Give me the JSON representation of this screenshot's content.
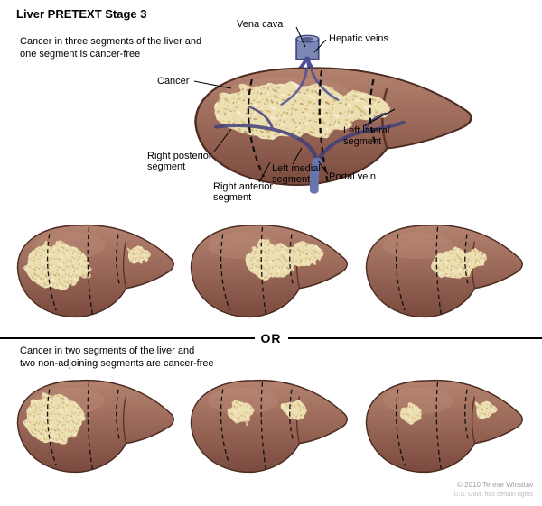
{
  "title": "Liver PRETEXT Stage 3",
  "sections": {
    "top": {
      "caption_line1": "Cancer in three segments of the liver and",
      "caption_line2": "one segment is cancer-free"
    },
    "divider": "OR",
    "bottom": {
      "caption_line1": "Cancer in two segments of the liver and",
      "caption_line2": "two non-adjoining segments are cancer-free"
    }
  },
  "labels": {
    "vena_cava": "Vena cava",
    "hepatic_veins": "Hepatic veins",
    "cancer": "Cancer",
    "left_lateral_segment": "Left lateral segment",
    "right_posterior_segment": "Right posterior segment",
    "right_anterior_segment": "Right anterior segment",
    "left_medial_segment": "Left medial segment",
    "portal_vein": "Portal vein"
  },
  "credit": {
    "line1": "© 2010 Terese Winslow",
    "line2": "U.S. Govt. has certain rights"
  },
  "colors": {
    "liver_light": "#b4826f",
    "liver_mid": "#9b6a5a",
    "liver_dark": "#7a4a3e",
    "liver_outline": "#4c2b21",
    "cancer_base": "#ecdfb2",
    "vein_blue": "#43407a",
    "vena_cava_blue": "#7b87b5"
  }
}
